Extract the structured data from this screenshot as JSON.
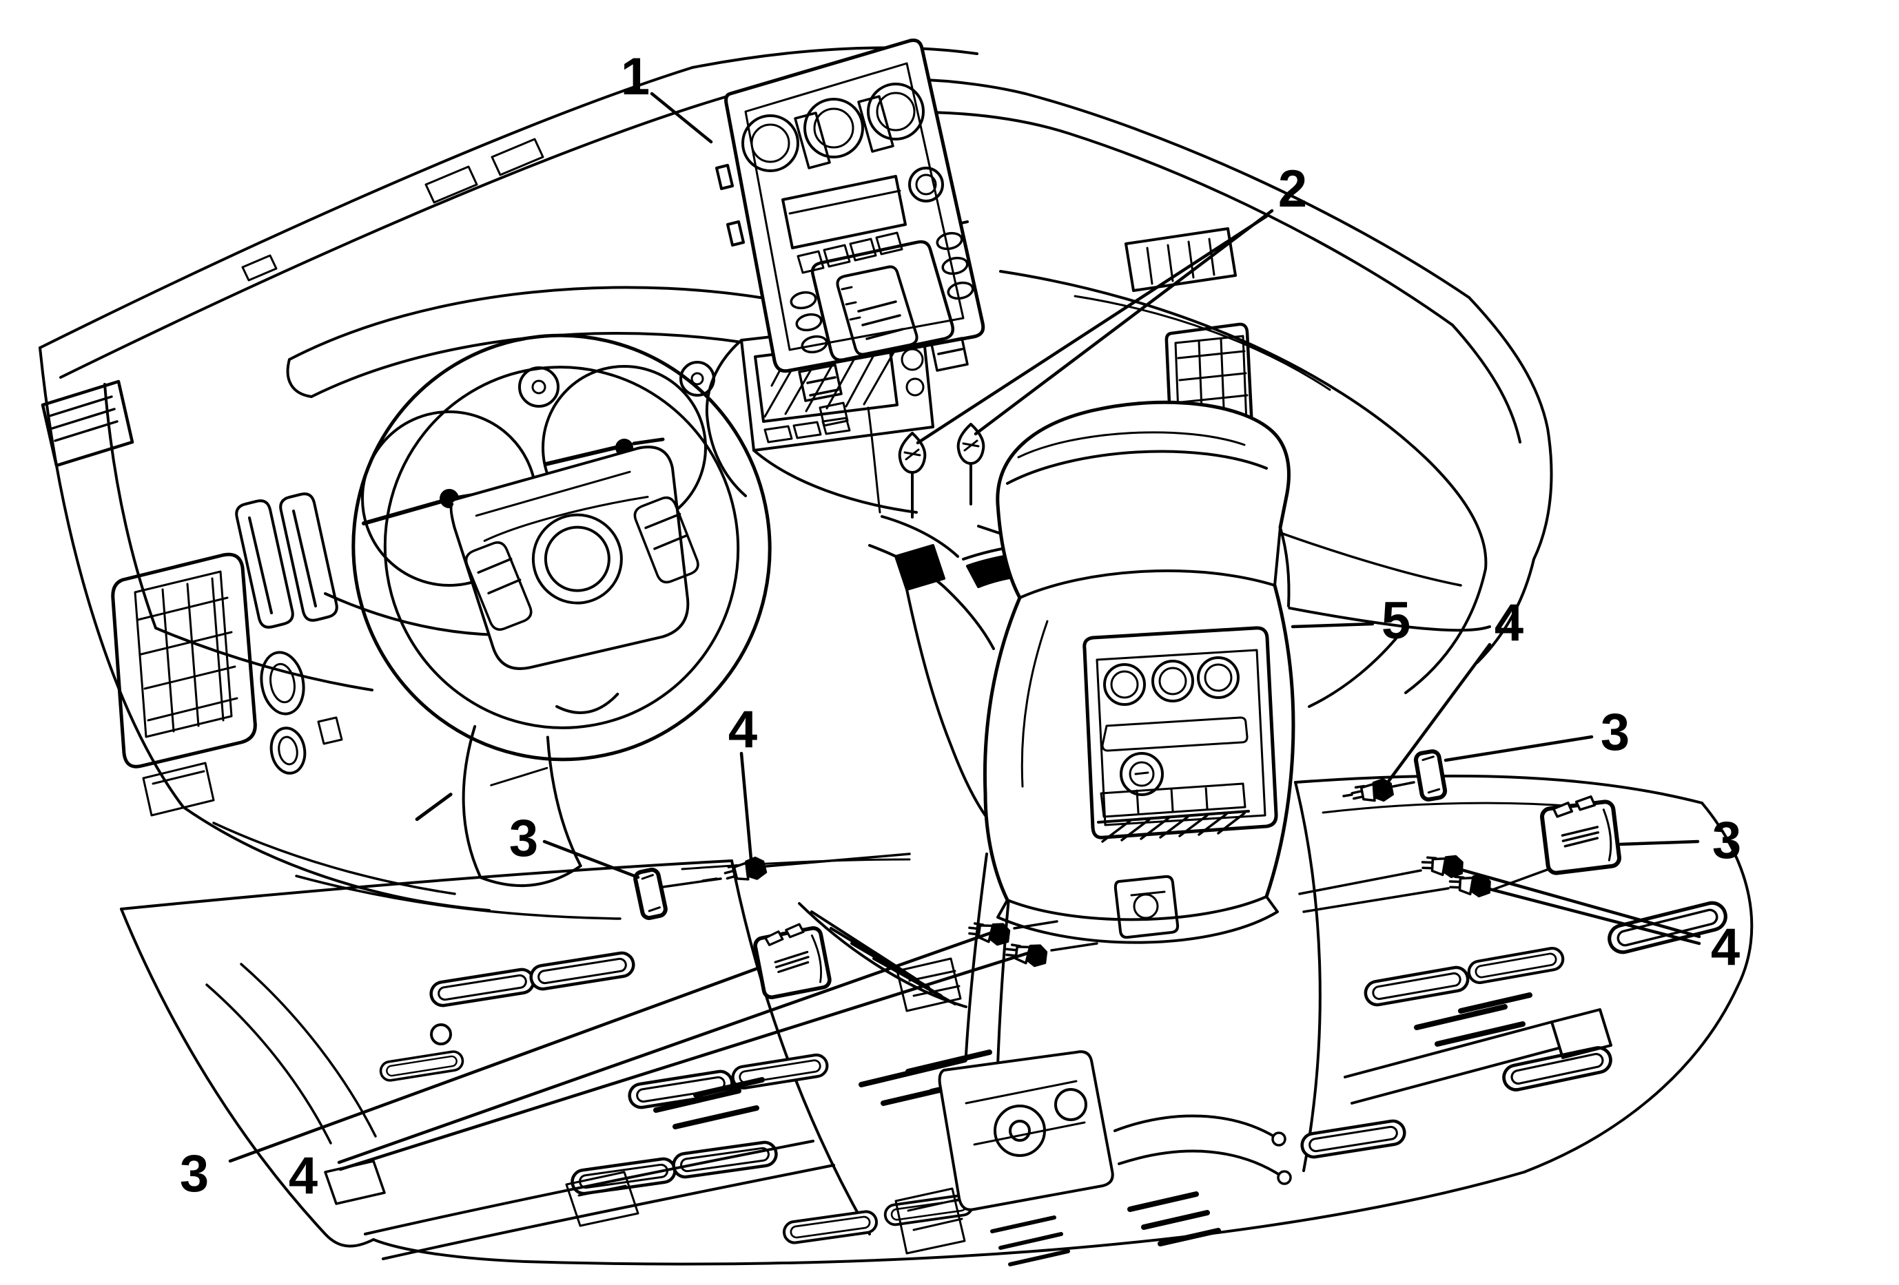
{
  "figure": {
    "type": "exploded-parts-line-illustration",
    "subject": "Instrument panel center trim plate and front floor console with fasteners",
    "background_color": "#ffffff",
    "ink_color": "#000000"
  },
  "callouts": {
    "c1": {
      "label": "1"
    },
    "c2": {
      "label": "2"
    },
    "c3_left": {
      "label": "3"
    },
    "c3_right_upper": {
      "label": "3"
    },
    "c3_right_lower": {
      "label": "3"
    },
    "c3_bottom": {
      "label": "3"
    },
    "c4_mid": {
      "label": "4"
    },
    "c4_right": {
      "label": "4"
    },
    "c4_right_lower": {
      "label": "4"
    },
    "c4_bottom": {
      "label": "4"
    },
    "c5": {
      "label": "5"
    }
  }
}
